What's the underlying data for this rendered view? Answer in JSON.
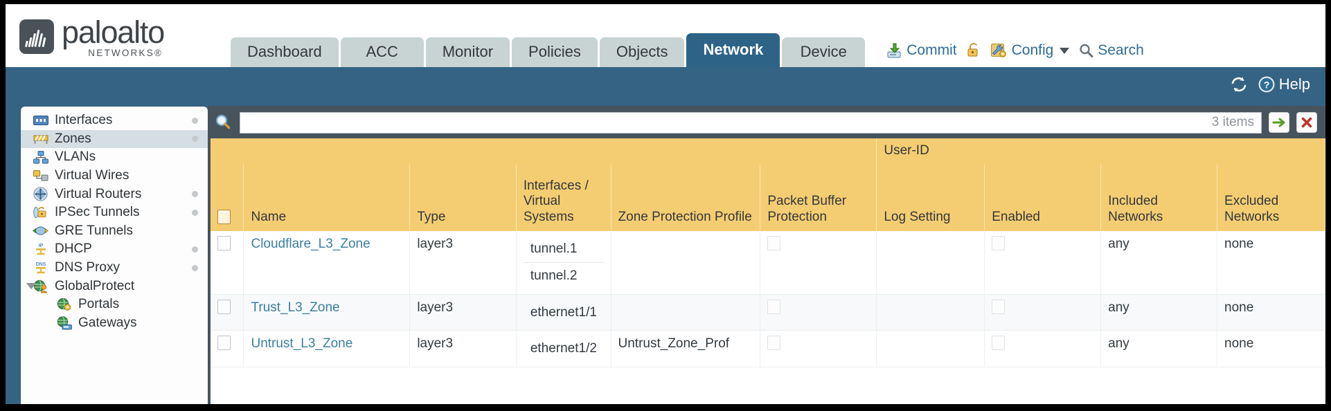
{
  "brand": {
    "name": "paloalto",
    "sub": "NETWORKS®",
    "logo_icon": "paloalto-logo-icon"
  },
  "tabs": [
    {
      "label": "Dashboard",
      "active": false
    },
    {
      "label": "ACC",
      "active": false
    },
    {
      "label": "Monitor",
      "active": false
    },
    {
      "label": "Policies",
      "active": false
    },
    {
      "label": "Objects",
      "active": false
    },
    {
      "label": "Network",
      "active": true
    },
    {
      "label": "Device",
      "active": false
    }
  ],
  "top_actions": {
    "commit_label": "Commit",
    "commit_icon": "commit-save-icon",
    "lock_icon": "padlock-icon",
    "config_label": "Config",
    "config_icon": "config-wrench-icon",
    "config_caret_icon": "chevron-down-icon",
    "search_label": "Search",
    "search_icon": "search-magnifier-icon"
  },
  "blueband": {
    "refresh_icon": "refresh-icon",
    "help_label": "Help",
    "help_icon": "help-question-icon"
  },
  "sidebar": {
    "items": [
      {
        "label": "Interfaces",
        "icon": "interfaces-icon",
        "selected": false,
        "dot": true,
        "child": false,
        "expander": false
      },
      {
        "label": "Zones",
        "icon": "zones-icon",
        "selected": true,
        "dot": true,
        "child": false,
        "expander": false
      },
      {
        "label": "VLANs",
        "icon": "vlans-icon",
        "selected": false,
        "dot": false,
        "child": false,
        "expander": false
      },
      {
        "label": "Virtual Wires",
        "icon": "virtual-wires-icon",
        "selected": false,
        "dot": false,
        "child": false,
        "expander": false
      },
      {
        "label": "Virtual Routers",
        "icon": "virtual-routers-icon",
        "selected": false,
        "dot": true,
        "child": false,
        "expander": false
      },
      {
        "label": "IPSec Tunnels",
        "icon": "ipsec-tunnels-icon",
        "selected": false,
        "dot": true,
        "child": false,
        "expander": false
      },
      {
        "label": "GRE Tunnels",
        "icon": "gre-tunnels-icon",
        "selected": false,
        "dot": false,
        "child": false,
        "expander": false
      },
      {
        "label": "DHCP",
        "icon": "dhcp-icon",
        "selected": false,
        "dot": true,
        "child": false,
        "expander": false
      },
      {
        "label": "DNS Proxy",
        "icon": "dns-proxy-icon",
        "selected": false,
        "dot": true,
        "child": false,
        "expander": false
      },
      {
        "label": "GlobalProtect",
        "icon": "globalprotect-icon",
        "selected": false,
        "dot": false,
        "child": false,
        "expander": true
      },
      {
        "label": "Portals",
        "icon": "portals-icon",
        "selected": false,
        "dot": false,
        "child": true,
        "expander": false
      },
      {
        "label": "Gateways",
        "icon": "gateways-icon",
        "selected": false,
        "dot": false,
        "child": true,
        "expander": false
      }
    ]
  },
  "filterbar": {
    "search_icon": "filter-search-icon",
    "search_value": "",
    "item_count": "3 items",
    "apply_icon": "apply-arrow-icon",
    "clear_icon": "clear-x-icon"
  },
  "table": {
    "group_header": "User-ID",
    "columns": {
      "name": "Name",
      "type": "Type",
      "interfaces": "Interfaces / Virtual Systems",
      "zone_protection": "Zone Protection Profile",
      "packet_buffer": "Packet Buffer Protection",
      "log_setting": "Log Setting",
      "userid_enabled": "Enabled",
      "included_networks": "Included Networks",
      "excluded_networks": "Excluded Networks"
    },
    "rows": [
      {
        "selected": false,
        "name": "Cloudflare_L3_Zone",
        "type": "layer3",
        "interfaces": [
          "tunnel.1",
          "tunnel.2"
        ],
        "zone_protection": "",
        "packet_buffer_checked": false,
        "log_setting": "",
        "userid_enabled_checked": false,
        "included_networks": "any",
        "excluded_networks": "none"
      },
      {
        "selected": false,
        "name": "Trust_L3_Zone",
        "type": "layer3",
        "interfaces": [
          "ethernet1/1"
        ],
        "zone_protection": "",
        "packet_buffer_checked": false,
        "log_setting": "",
        "userid_enabled_checked": false,
        "included_networks": "any",
        "excluded_networks": "none"
      },
      {
        "selected": false,
        "name": "Untrust_L3_Zone",
        "type": "layer3",
        "interfaces": [
          "ethernet1/2"
        ],
        "zone_protection": "Untrust_Zone_Prof",
        "packet_buffer_checked": false,
        "log_setting": "",
        "userid_enabled_checked": false,
        "included_networks": "any",
        "excluded_networks": "none"
      }
    ]
  },
  "colors": {
    "brand_dark": "#4b5257",
    "header_blue": "#346383",
    "tab_active": "#2d6387",
    "tab_inactive": "#c8d3d4",
    "table_header_amber": "#f4cd72",
    "group_header_amber": "#e3b752",
    "link_blue": "#3b7fa0",
    "toolbar_slate": "#47545e"
  }
}
